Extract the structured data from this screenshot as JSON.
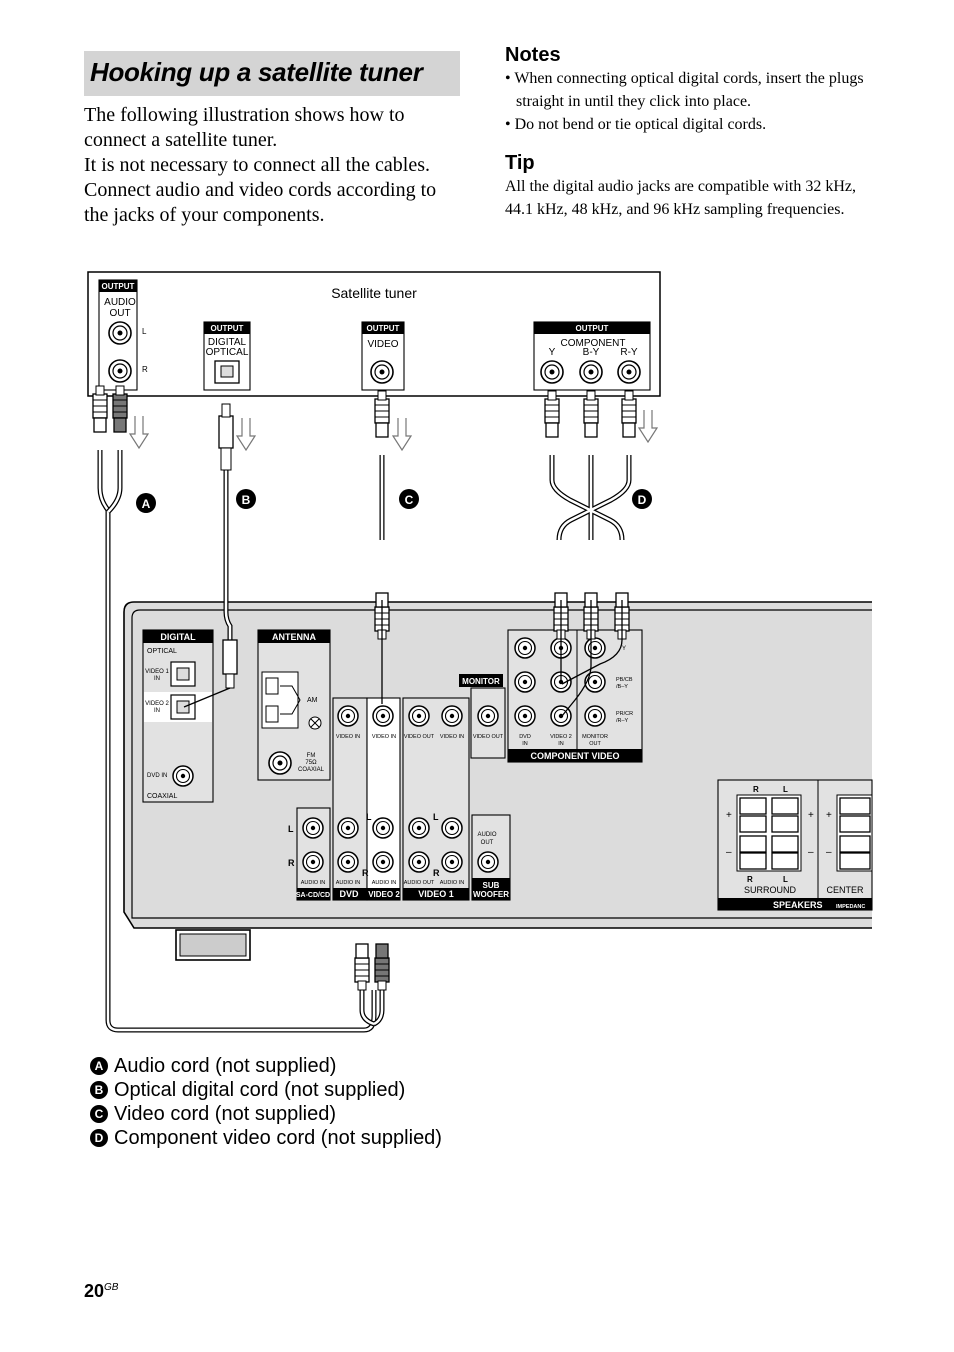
{
  "title": "Hooking up a satellite tuner",
  "intro": [
    "The following illustration shows how to connect a satellite tuner.",
    "It is not necessary to connect all the cables. Connect audio and video cords according to the jacks of your components."
  ],
  "notes": {
    "heading": "Notes",
    "items": [
      "When connecting optical digital cords, insert the plugs straight in until they click into place.",
      "Do not bend or tie optical digital cords."
    ]
  },
  "tip": {
    "heading": "Tip",
    "text": "All the digital audio jacks are compatible with 32 kHz, 44.1 kHz, 48 kHz, and 96 kHz sampling frequencies."
  },
  "diagram": {
    "tuner_label": "Satellite tuner",
    "tuner": {
      "output": "OUTPUT",
      "audio_out": [
        "AUDIO",
        "OUT"
      ],
      "l": "L",
      "r": "R",
      "digital_optical": [
        "DIGITAL",
        "OPTICAL"
      ],
      "video": "VIDEO",
      "component": "COMPONENT",
      "y": "Y",
      "by": "B-Y",
      "ry": "R-Y"
    },
    "markers": [
      "A",
      "B",
      "C",
      "D"
    ],
    "receiver": {
      "digital": "DIGITAL",
      "optical": "OPTICAL",
      "video1_in": [
        "VIDEO 1",
        "IN"
      ],
      "video2_in": [
        "VIDEO 2",
        "IN"
      ],
      "dvd_in": "DVD IN",
      "coaxial": "COAXIAL",
      "antenna": "ANTENNA",
      "am": "AM",
      "fm": [
        "FM",
        "75Ω",
        "COAXIAL"
      ],
      "monitor": "MONITOR",
      "video_in": "VIDEO IN",
      "video_out": "VIDEO OUT",
      "audio_in": "AUDIO IN",
      "audio_out": "AUDIO OUT",
      "audio_out_stack": [
        "AUDIO",
        "OUT"
      ],
      "sa_cd": "SA-CD/CD",
      "dvd": "DVD",
      "video2": "VIDEO 2",
      "video1": "VIDEO 1",
      "sub_woofer": [
        "SUB",
        "WOOFER"
      ],
      "component_video": "COMPONENT VIDEO",
      "comp_y": "Y",
      "comp_pb": [
        "PB/CB",
        "/B–Y"
      ],
      "comp_pr": [
        "PR/CR",
        "/R–Y"
      ],
      "dvd_comp": [
        "DVD",
        "IN"
      ],
      "video2_comp": [
        "VIDEO 2",
        "IN"
      ],
      "monitor_out": [
        "MONITOR",
        "OUT"
      ],
      "l": "L",
      "r": "R",
      "plus": "+",
      "minus": "–",
      "surround": "SURROUND",
      "center": "CENTER",
      "speakers": "SPEAKERS",
      "impedance": "IMPEDANC"
    }
  },
  "legend": [
    {
      "marker": "A",
      "text": "Audio cord (not supplied)"
    },
    {
      "marker": "B",
      "text": "Optical digital cord (not supplied)"
    },
    {
      "marker": "C",
      "text": "Video cord (not supplied)"
    },
    {
      "marker": "D",
      "text": "Component video cord (not supplied)"
    }
  ],
  "page": {
    "number": "20",
    "suffix": "GB"
  }
}
